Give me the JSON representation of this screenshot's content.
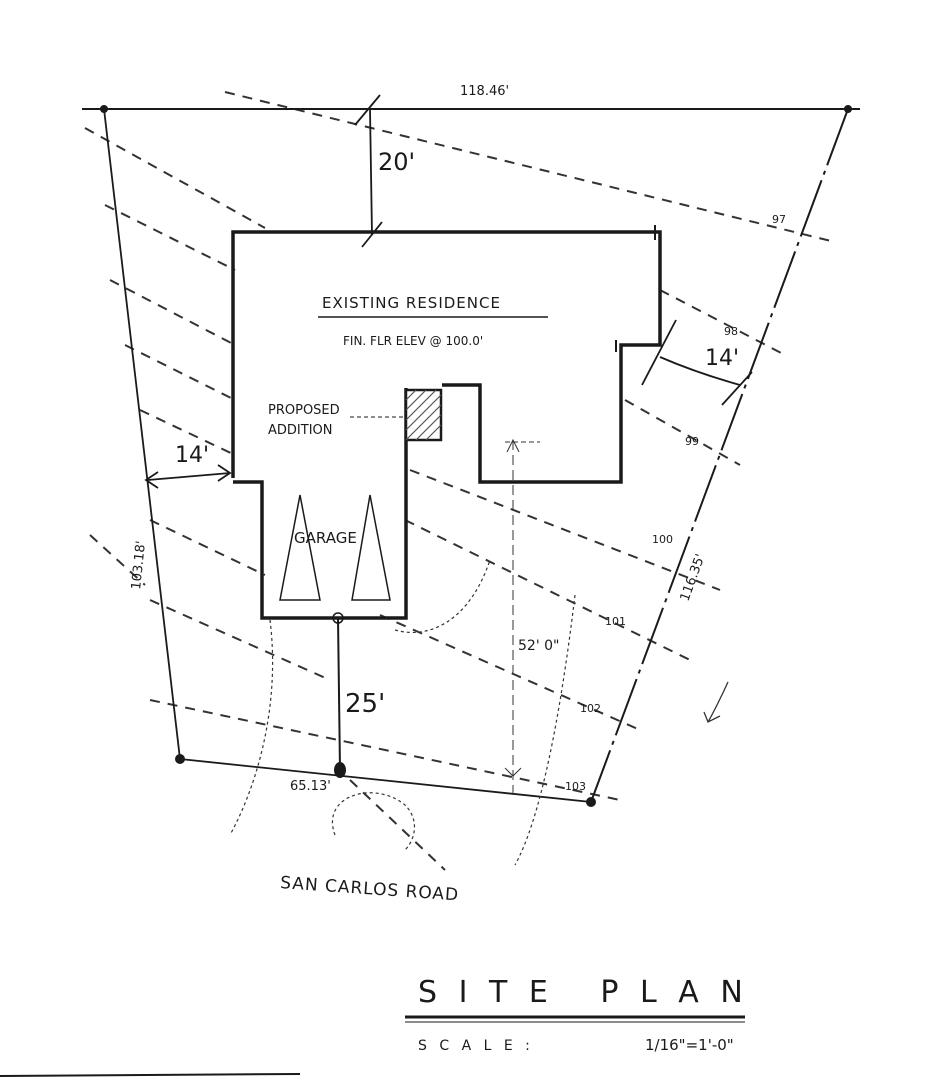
{
  "lot": {
    "rear_dimension": "118.46'",
    "left_dimension": "103.18'",
    "right_dimension": "116.35'",
    "front_dimension": "65.13'"
  },
  "setbacks": {
    "rear": "20'",
    "side_left": "14'",
    "side_right": "14'",
    "front": "25'",
    "driveway_depth": "52' 0\""
  },
  "building": {
    "name": "EXISTING RESIDENCE",
    "floor_elevation": "FIN. FLR ELEV @ 100.0'",
    "addition_label_line1": "PROPOSED",
    "addition_label_line2": "ADDITION",
    "garage_label": "GARAGE"
  },
  "contours": [
    "97",
    "98",
    "99",
    "100",
    "101",
    "102",
    "103"
  ],
  "street": "SAN CARLOS ROAD",
  "title": {
    "heading": "S I T E   P L A N",
    "scale_label": "S C A L E :",
    "scale_value": "1/16\"=1'-0\""
  },
  "colors": {
    "ink": "#1a1a1a",
    "hatch": "#555555",
    "paper": "#ffffff"
  }
}
